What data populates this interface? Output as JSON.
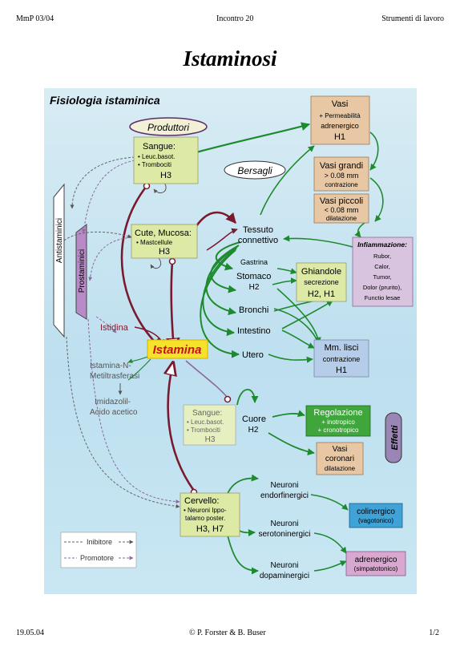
{
  "header": {
    "left": "MmP 03/04",
    "center": "Incontro 20",
    "right": "Strumenti di lavoro"
  },
  "title": "Istaminosi",
  "footer": {
    "left": "19.05.04",
    "center": "© P. Forster & B. Buser",
    "right": "1/2"
  },
  "diagram": {
    "heading": "Fisiologia istaminica",
    "produttori": "Produttori",
    "bersagli": "Bersagli",
    "effetti": "Effetti",
    "antistaminici": "Antistaminici",
    "prostaminici": "Prostaminici",
    "istamina": "Istamina",
    "sangue1": {
      "title": "Sangue:",
      "l1": "• Leuc.basot.",
      "l2": "• Trombociti",
      "rec": "H3"
    },
    "cute": {
      "title": "Cute, Mucosa:",
      "l1": "• Mastcellule",
      "rec": "H3"
    },
    "sangue2": {
      "title": "Sangue:",
      "l1": "• Leuc.basot.",
      "l2": "• Trombociti",
      "rec": "H3"
    },
    "cervello": {
      "title": "Cervello:",
      "l1": "• Neuroni Ippo-",
      "l2": "talamo poster.",
      "rec": "H3, H7"
    },
    "vasi": {
      "title": "Vasi",
      "l1": "+ Permeabilità",
      "l2": "adrenergico",
      "rec": "H1"
    },
    "vasi_grandi": {
      "title": "Vasi grandi",
      "l1": "> 0.08 mm",
      "l2": "contrazione"
    },
    "vasi_piccoli": {
      "title": "Vasi piccoli",
      "l1": "< 0.08 mm",
      "l2": "dilatazione"
    },
    "infiammazione": {
      "title": "Infiammazione:",
      "items": [
        "Rubor,",
        "Calor,",
        "Tumor,",
        "Dolor (prurito),",
        "Functio lesae"
      ]
    },
    "ghiandole": {
      "title": "Ghiandole",
      "l1": "secrezione",
      "rec": "H2, H1"
    },
    "mm_lisci": {
      "title": "Mm. lisci",
      "l1": "contrazione",
      "rec": "H1"
    },
    "regolazione": {
      "title": "Regolazione",
      "l1": "+ inotropico",
      "l2": "+ cronotropico"
    },
    "vasi_coronari": {
      "l1": "Vasi",
      "l2": "coronari",
      "l3": "dilatazione"
    },
    "colinergico": {
      "title": "colinergico",
      "l1": "(vagotonico)"
    },
    "adrenergico": {
      "title": "adrenergico",
      "l1": "(simpatotonico)"
    },
    "tessuto": {
      "l1": "Tessuto",
      "l2": "connettivo"
    },
    "gastrina": "Gastrina",
    "stomaco": {
      "l1": "Stomaco",
      "rec": "H2"
    },
    "bronchi": "Bronchi",
    "intestino": "Intestino",
    "utero": "Utero",
    "cuore": {
      "l1": "Cuore",
      "rec": "H2"
    },
    "istidina": "Istidina",
    "metiltrasferasi": {
      "l1": "Istamina-N-",
      "l2": "Metiltrasferasi"
    },
    "imidazolil": {
      "l1": "Imidazolil-",
      "l2": "Acido acetico"
    },
    "neuroni_endorf": {
      "l1": "Neuroni",
      "l2": "endorfinergici"
    },
    "neuroni_sero": {
      "l1": "Neuroni",
      "l2": "serotoninergici"
    },
    "neuroni_dopa": {
      "l1": "Neuroni",
      "l2": "dopaminergici"
    },
    "legend": {
      "inibitore": "Inibitore",
      "promotore": "Promotore"
    }
  }
}
